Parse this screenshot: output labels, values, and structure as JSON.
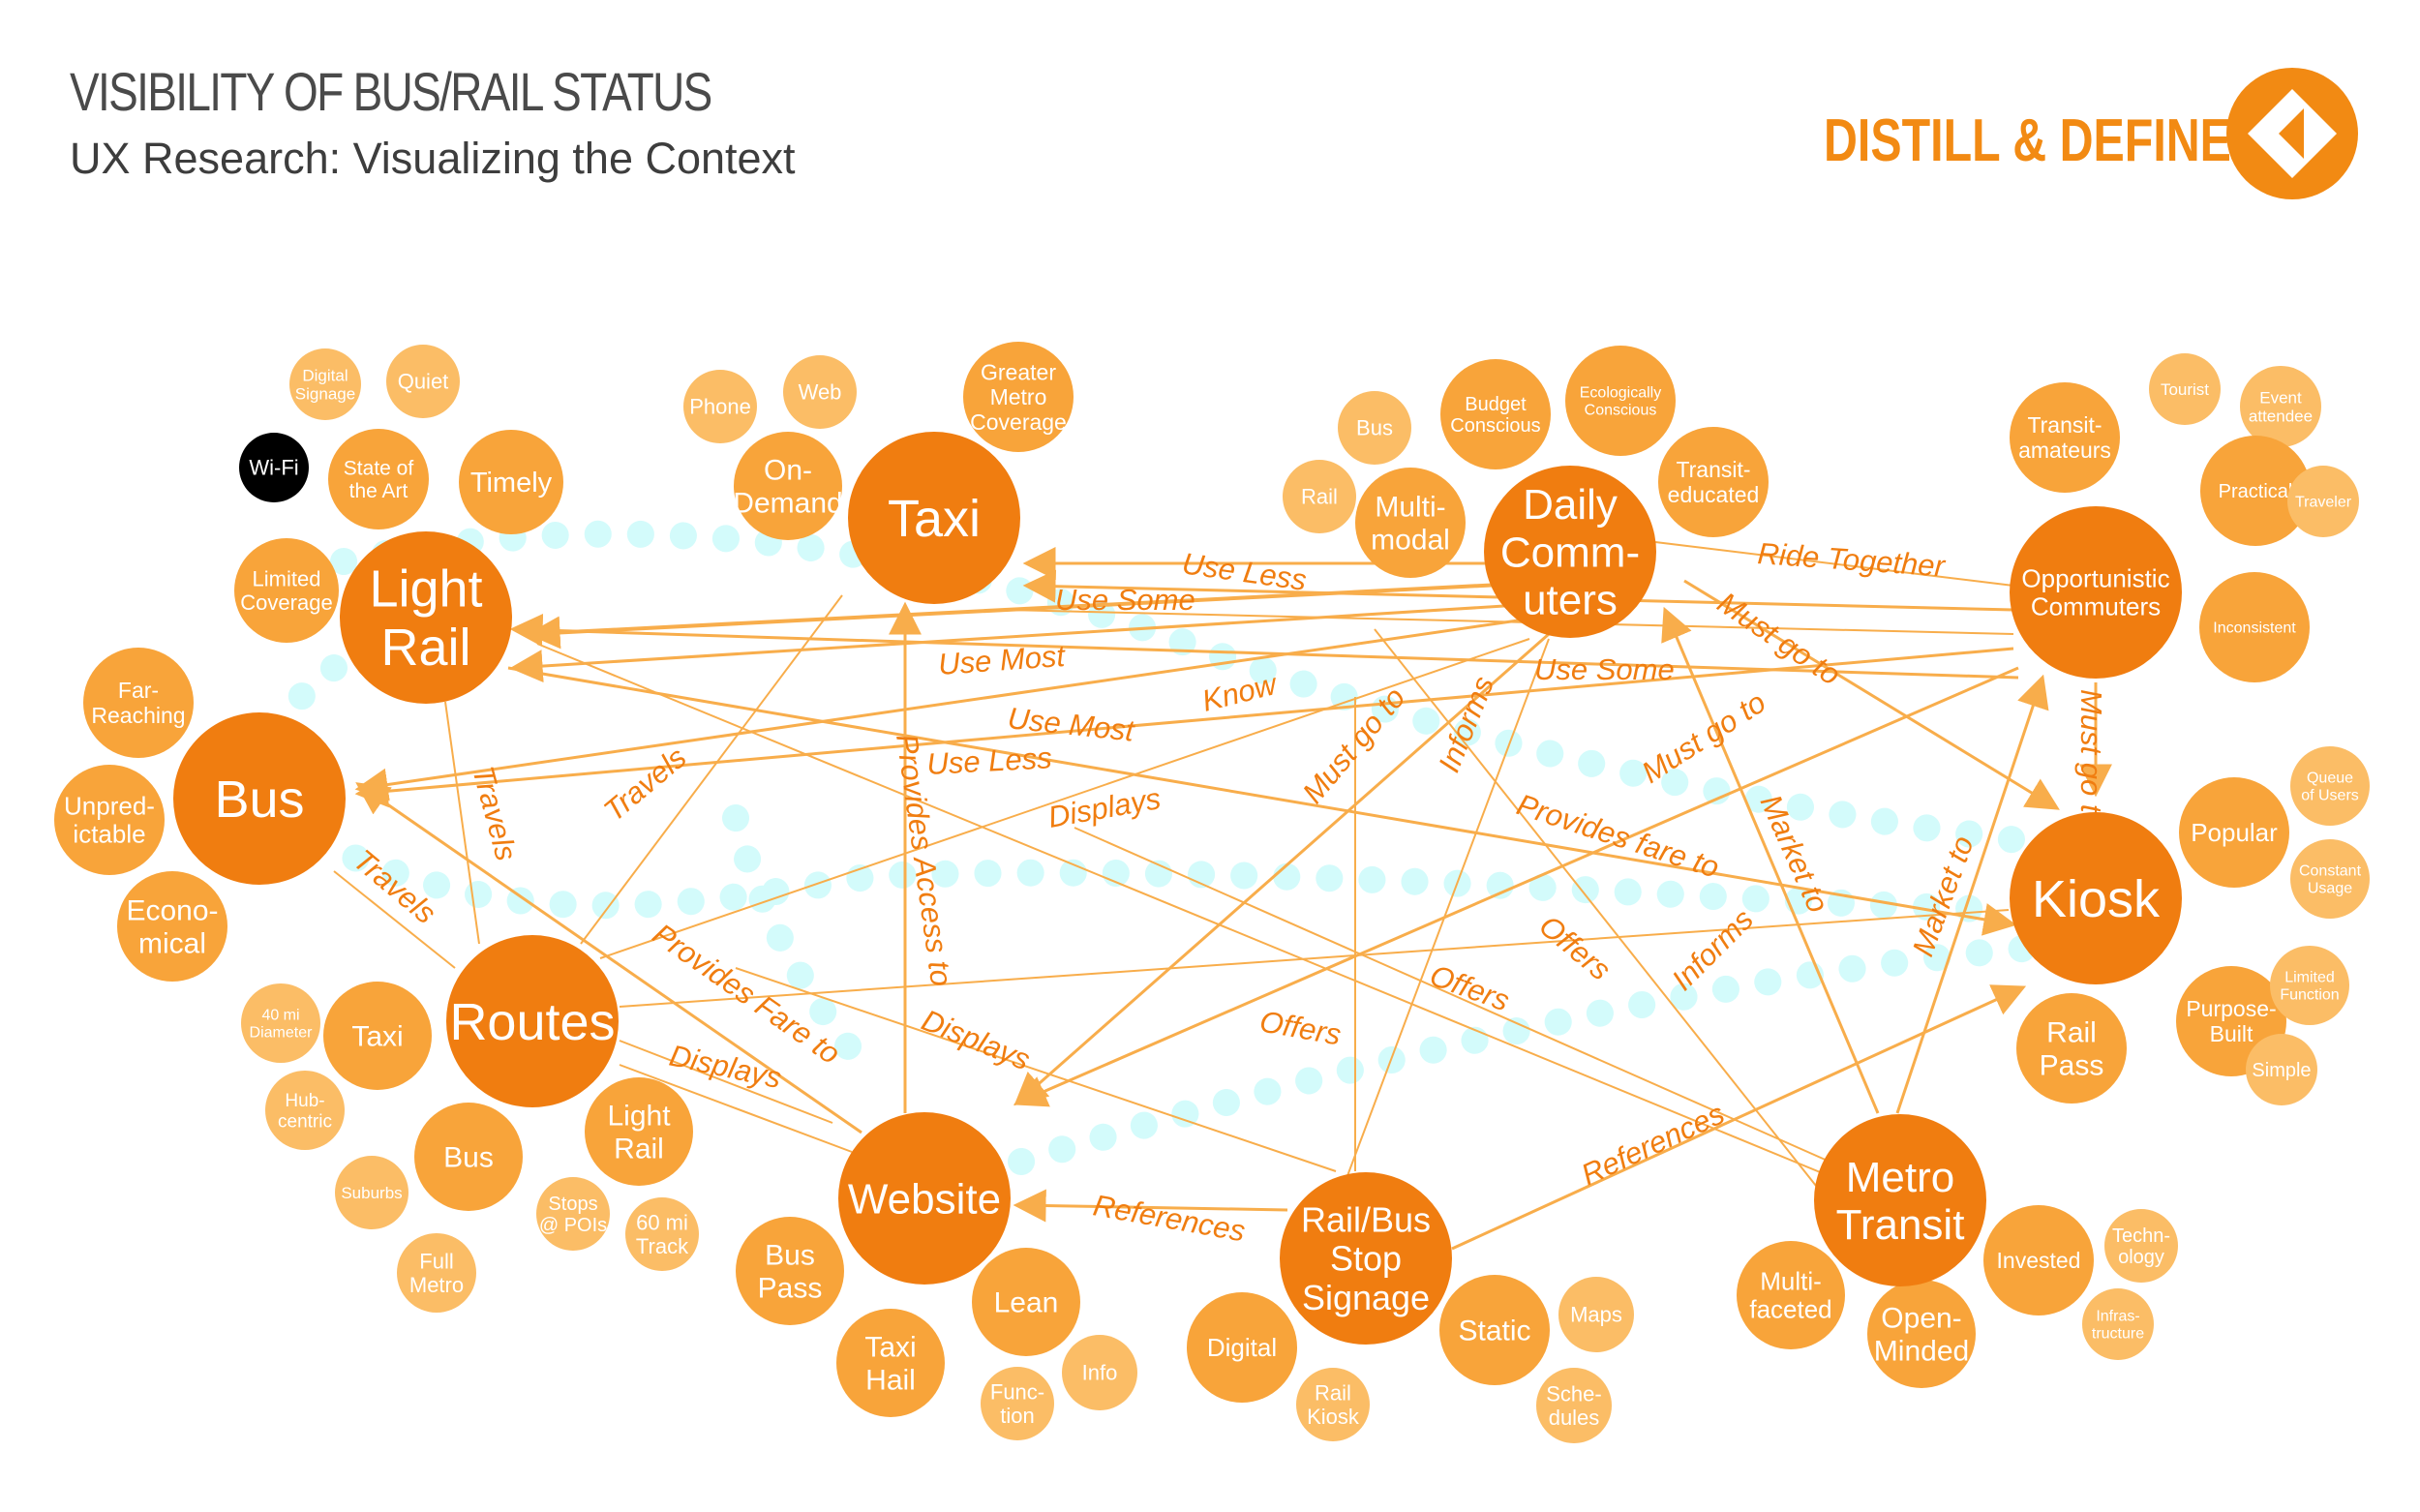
{
  "header": {
    "title": "VISIBILITY OF BUS/RAIL STATUS",
    "subtitle": "UX Research: Visualizing the Context",
    "phase_label": "DISTILL & DEFINE",
    "phase_icon": "diamond-arrow-left-icon"
  },
  "colors": {
    "orange_dark": "#f07d10",
    "orange_mid": "#f8a43a",
    "orange_light": "#fbbd66",
    "dots": "#d3fbfb",
    "line": "#f8ad4b"
  },
  "hubs": {
    "light_rail": "Light\nRail",
    "bus": "Bus",
    "taxi": "Taxi",
    "daily": "Daily\nComm-\nuters",
    "opportunistic": "Opportunistic\nCommuters",
    "kiosk": "Kiosk",
    "routes": "Routes",
    "website": "Website",
    "signage": "Rail/Bus\nStop\nSignage",
    "metro": "Metro\nTransit"
  },
  "satellites": {
    "light_rail": [
      "Digital\nSignage",
      "Quiet",
      "Wi-Fi",
      "State of\nthe Art",
      "Timely",
      "Limited\nCoverage"
    ],
    "bus": [
      "Far-\nReaching",
      "Unpred-\nictable",
      "Econo-\nmical"
    ],
    "taxi": [
      "Phone",
      "Web",
      "On-\nDemand",
      "Greater\nMetro\nCoverage"
    ],
    "daily": [
      "Bus",
      "Budget\nConscious",
      "Ecologically\nConscious",
      "Rail",
      "Multi-\nmodal",
      "Transit-\neducated"
    ],
    "opportunistic": [
      "Transit-\namateurs",
      "Tourist",
      "Event\nattendee",
      "Practical",
      "Traveler",
      "Inconsistent"
    ],
    "kiosk": [
      "Popular",
      "Queue\nof Users",
      "Constant\nUsage",
      "Purpose-\nBuilt",
      "Limited\nFunction",
      "Simple",
      "Rail\nPass"
    ],
    "routes": [
      "40 mi\nDiameter",
      "Taxi",
      "Hub-\ncentric",
      "Bus",
      "Light\nRail",
      "Suburbs",
      "Stops\n@ POIs",
      "60 mi\nTrack",
      "Full\nMetro"
    ],
    "website": [
      "Bus\nPass",
      "Taxi\nHail",
      "Lean",
      "Info",
      "Func-\ntion"
    ],
    "signage": [
      "Digital",
      "Rail\nKiosk",
      "Static",
      "Maps",
      "Sche-\ndules"
    ],
    "metro": [
      "Multi-\nfaceted",
      "Open-\nMinded",
      "Invested",
      "Techn-\nology",
      "Infras-\ntructure"
    ]
  },
  "edge_labels": {
    "use_less_taxi": "Use Less",
    "use_some_lr": "Use Some",
    "use_most_lr": "Use Most",
    "use_most_bus": "Use Most",
    "use_less_bus": "Use Less",
    "know": "Know",
    "use_some_taxi": "Use Some",
    "ride_together": "Ride Together",
    "must_go_kiosk": "Must go to",
    "must_go_short": "Must go to",
    "must_go_web": "Must go to",
    "must_go_web2": "Must go to",
    "informs_daily": "Informs",
    "informs_kiosk": "Informs",
    "market_daily": "Market to",
    "market_opp": "Market to",
    "displays_routes": "Displays",
    "displays_web": "Displays",
    "displays_routes2": "Displays",
    "provides_fare_kiosk": "Provides fare to",
    "provides_fare_routes": "Provides Fare to",
    "provides_access": "Provides Access to",
    "travels_lr": "Travels",
    "travels_taxi": "Travels",
    "travels_bus": "Travels",
    "offers_1": "Offers",
    "offers_2": "Offers",
    "offers_3": "Offers",
    "references_web": "References",
    "references_kiosk": "References"
  }
}
